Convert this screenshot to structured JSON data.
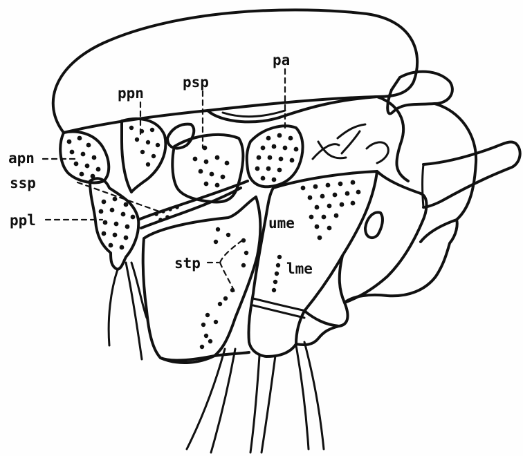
{
  "diagram": {
    "labels": {
      "apn": "apn",
      "ssp": "ssp",
      "ppl": "ppl",
      "ppn": "ppn",
      "psp": "psp",
      "pa": "pa",
      "stp": "stp",
      "ume": "ume",
      "lme": "lme"
    }
  }
}
